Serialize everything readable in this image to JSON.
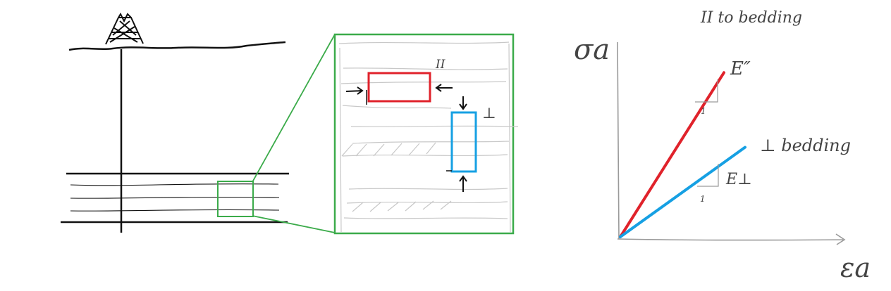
{
  "colors": {
    "ink": "#111111",
    "pencil": "#9a9a9a",
    "light_pencil": "#c8c8c8",
    "zoom_box": "#3bab4a",
    "parallel_sample": "#e0222b",
    "perpendicular_sample": "#16a0e3"
  },
  "icons": {
    "rig": "drilling-rig-icon",
    "compression_arrow": "arrow-icon"
  },
  "labels": {
    "parallel_symbol": "II",
    "perpendicular_symbol": "⊥",
    "parallel_title": "II to bedding",
    "perp_title": "⊥ bedding",
    "e_parallel": "E″",
    "e_perp": "E⊥",
    "unit_run_parallel": "1",
    "unit_run_perp": "1",
    "y_axis": "σa",
    "x_axis": "εa"
  },
  "chart_data": {
    "type": "line",
    "title": "",
    "xlabel": "εa",
    "ylabel": "σa",
    "x_ticks": [],
    "y_ticks": [],
    "grid": false,
    "series": [
      {
        "name": "II to bedding",
        "slope_ratio": 1.59
      },
      {
        "name": "⊥ bedding",
        "slope_ratio": 0.72
      }
    ]
  }
}
